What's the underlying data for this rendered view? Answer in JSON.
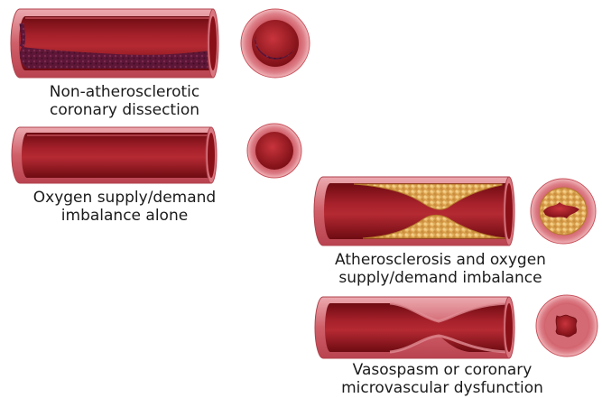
{
  "panels": [
    {
      "id": "dissection",
      "caption_lines": [
        "Non-atherosclerotic",
        "coronary dissection"
      ]
    },
    {
      "id": "supply_demand",
      "caption_lines": [
        "Oxygen supply/demand",
        "imbalance alone"
      ]
    },
    {
      "id": "atherosclerosis",
      "caption_lines": [
        "Atherosclerosis and oxygen",
        "supply/demand imbalance"
      ]
    },
    {
      "id": "vasospasm",
      "caption_lines": [
        "Vasospasm or coronary",
        "microvascular dysfunction"
      ]
    }
  ],
  "colors": {
    "vessel_wall": "#c9535d",
    "vessel_wall_light": "#e49aa1",
    "lumen": "#8e1319",
    "lumen_highlight": "#c2373c",
    "vessel_inner_wall": "#d7707a",
    "plaque": "#e9b057",
    "plaque_dark": "#c98a37",
    "dissection_flap": "#5b1a3a",
    "ring_outer": "#e9a0a6"
  }
}
